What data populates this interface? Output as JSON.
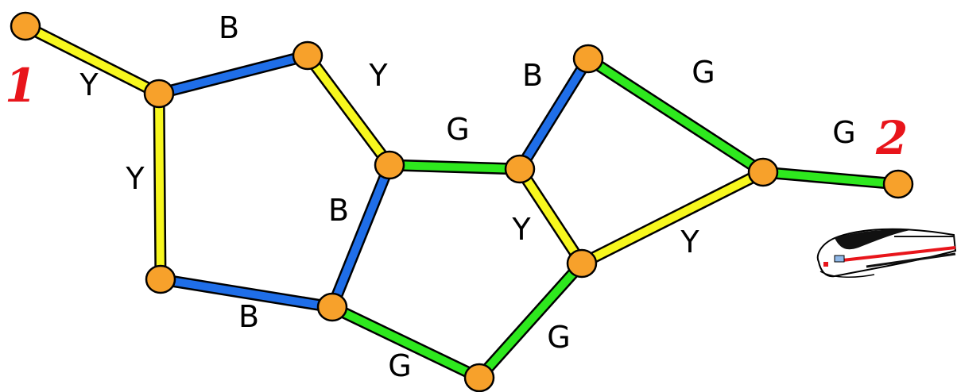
{
  "colors": {
    "Y": "#F7F71E",
    "B": "#1F6EE8",
    "G": "#2EE81E",
    "node": "#F7A12B",
    "endpoint_label": "#E8151B"
  },
  "endpoints": {
    "start": "1",
    "end": "2"
  },
  "edges": [
    {
      "id": "e1",
      "from": "n1",
      "to": "n2",
      "color": "Y",
      "label": "Y"
    },
    {
      "id": "e2",
      "from": "n2",
      "to": "n3",
      "color": "B",
      "label": "B"
    },
    {
      "id": "e3",
      "from": "n2",
      "to": "n4",
      "color": "Y",
      "label": "Y"
    },
    {
      "id": "e4",
      "from": "n3",
      "to": "n5",
      "color": "Y",
      "label": "Y"
    },
    {
      "id": "e5",
      "from": "n4",
      "to": "n7",
      "color": "B",
      "label": "B"
    },
    {
      "id": "e6",
      "from": "n5",
      "to": "n6",
      "color": "G",
      "label": "G"
    },
    {
      "id": "e7",
      "from": "n5",
      "to": "n7",
      "color": "B",
      "label": "B"
    },
    {
      "id": "e8",
      "from": "n6",
      "to": "n9",
      "color": "B",
      "label": "B"
    },
    {
      "id": "e9",
      "from": "n6",
      "to": "n10",
      "color": "Y",
      "label": "Y"
    },
    {
      "id": "e10",
      "from": "n7",
      "to": "n8",
      "color": "G",
      "label": "G"
    },
    {
      "id": "e11",
      "from": "n8",
      "to": "n10",
      "color": "G",
      "label": "G"
    },
    {
      "id": "e12",
      "from": "n9",
      "to": "n11",
      "color": "G",
      "label": "G"
    },
    {
      "id": "e13",
      "from": "n10",
      "to": "n11",
      "color": "Y",
      "label": "Y"
    },
    {
      "id": "e14",
      "from": "n11",
      "to": "n12",
      "color": "G",
      "label": "G"
    }
  ]
}
